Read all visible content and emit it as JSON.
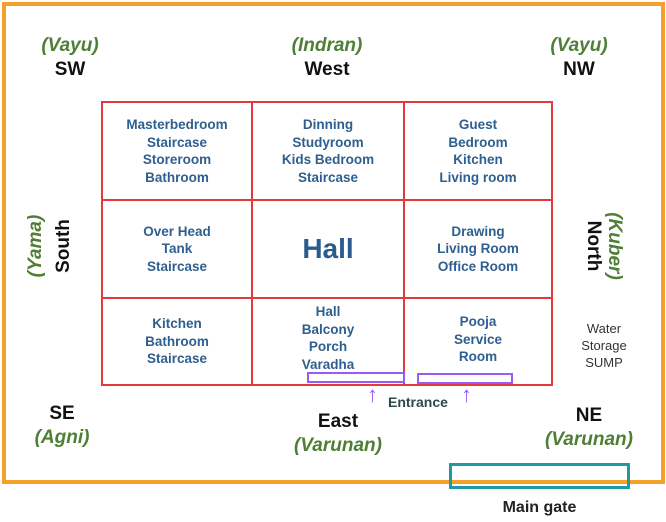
{
  "directions": {
    "sw": {
      "label": "SW",
      "deity": "(Vayu)"
    },
    "west": {
      "label": "West",
      "deity": "(Indran)"
    },
    "nw": {
      "label": "NW",
      "deity": "(Vayu)"
    },
    "south": {
      "label": "South",
      "deity": "(Yama)"
    },
    "north": {
      "label": "North",
      "deity": "(Kuber)"
    },
    "se": {
      "label": "SE",
      "deity": "(Agni)"
    },
    "east": {
      "label": "East",
      "deity": "(Varunan)"
    },
    "ne": {
      "label": "NE",
      "deity": "(Varunan)"
    }
  },
  "grid": {
    "rows": [
      [
        {
          "lines": [
            "Masterbedroom",
            "Staircase",
            "Storeroom",
            "Bathroom"
          ]
        },
        {
          "lines": [
            "Dinning",
            "Studyroom",
            "Kids Bedroom",
            "Staircase"
          ]
        },
        {
          "lines": [
            "Guest",
            "Bedroom",
            "Kitchen",
            "Living room"
          ]
        }
      ],
      [
        {
          "lines": [
            "Over Head",
            "Tank",
            "Staircase"
          ]
        },
        {
          "lines": [
            "Hall"
          ]
        },
        {
          "lines": [
            "Drawing",
            "Living Room",
            "Office Room"
          ]
        }
      ],
      [
        {
          "lines": [
            "Kitchen",
            "Bathroom",
            "Staircase"
          ]
        },
        {
          "lines": [
            "Hall",
            "Balcony",
            "Porch",
            "Varadha"
          ]
        },
        {
          "lines": [
            "Pooja",
            "Service",
            "Room"
          ]
        }
      ]
    ]
  },
  "annotations": {
    "entrance": "Entrance",
    "arrow_glyph": "↑",
    "water_storage": [
      "Water",
      "Storage",
      "SUMP"
    ],
    "main_gate": "Main gate"
  },
  "colors": {
    "outer_border": "#f5a02a",
    "grid_lines": "#e23a3a",
    "room_text": "#2e5f8f",
    "deity_text": "#4f7f35",
    "entrance_marker": "#9a5cf0",
    "main_gate_box": "#1f9aa0"
  }
}
